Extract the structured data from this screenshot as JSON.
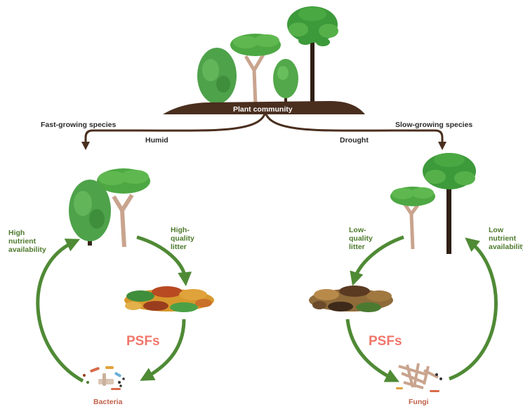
{
  "top": {
    "ground_label": "Plant community",
    "left_species": "Fast-growing species",
    "right_species": "Slow-growing species",
    "left_condition": "Humid",
    "right_condition": "Drought"
  },
  "left_cycle": {
    "outer_label": "High\nnutrient\navailability",
    "inner_label": "High-\nquality\nlitter",
    "center_label": "PSFs",
    "microbe_label": "Bacteria"
  },
  "right_cycle": {
    "outer_label": "Low\nnutrient\navailability",
    "inner_label": "Low-\nquality\nlitter",
    "center_label": "PSFs",
    "microbe_label": "Fungi"
  },
  "colors": {
    "arrow_green": "#4f8a35",
    "soil_brown": "#4a2e1e",
    "tree_green": "#3e9a3a",
    "psf_pink": "#f0776c"
  }
}
